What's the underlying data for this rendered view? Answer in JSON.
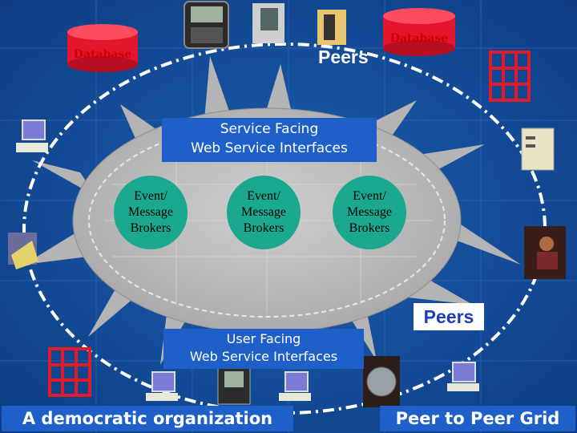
{
  "databases": [
    {
      "label": "Database"
    },
    {
      "label": "Database"
    }
  ],
  "peers_top": "Peers",
  "peers_right": "Peers",
  "service_facing": {
    "line1": "Service Facing",
    "line2": "Web Service Interfaces"
  },
  "user_facing": {
    "line1": "User Facing",
    "line2": "Web Service Interfaces"
  },
  "brokers": [
    {
      "line1": "Event/",
      "line2": "Message",
      "line3": "Brokers"
    },
    {
      "line1": "Event/",
      "line2": "Message",
      "line3": "Brokers"
    },
    {
      "line1": "Event/",
      "line2": "Message",
      "line3": "Brokers"
    }
  ],
  "footer_left": "A democratic organization",
  "footer_right": "Peer to Peer Grid",
  "colors": {
    "background": "#12468f",
    "cloud": "#b4b4b4",
    "broker": "#1aa88f",
    "label_box": "#1f5fc8",
    "database": "#e3162e",
    "grid_node": "#e21b2b",
    "peers_right_box": "#ffffff"
  }
}
